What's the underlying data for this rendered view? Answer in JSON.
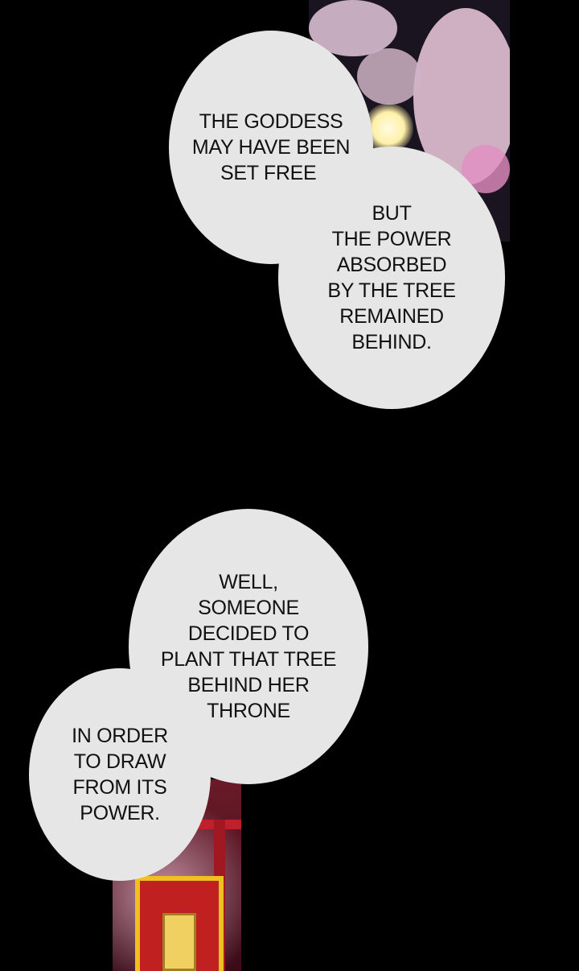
{
  "bubbles": {
    "b1": "THE GODDESS\nMAY HAVE BEEN\nSET FREE,",
    "b2": "BUT\nTHE POWER\nABSORBED\nBY THE TREE\nREMAINED\nBEHIND.",
    "b3": "WELL,\nSOMEONE\nDECIDED TO\nPLANT THAT TREE\nBEHIND HER\nTHRONE",
    "b4": "IN ORDER\nTO DRAW\nFROM ITS\nPOWER."
  },
  "colors": {
    "background": "#000000",
    "bubble": "#e6e6e6",
    "blossom": "#e8c8dc",
    "moon": "#fff6c8",
    "torii": "#c0202a",
    "throne_gold": "#f0c020"
  }
}
